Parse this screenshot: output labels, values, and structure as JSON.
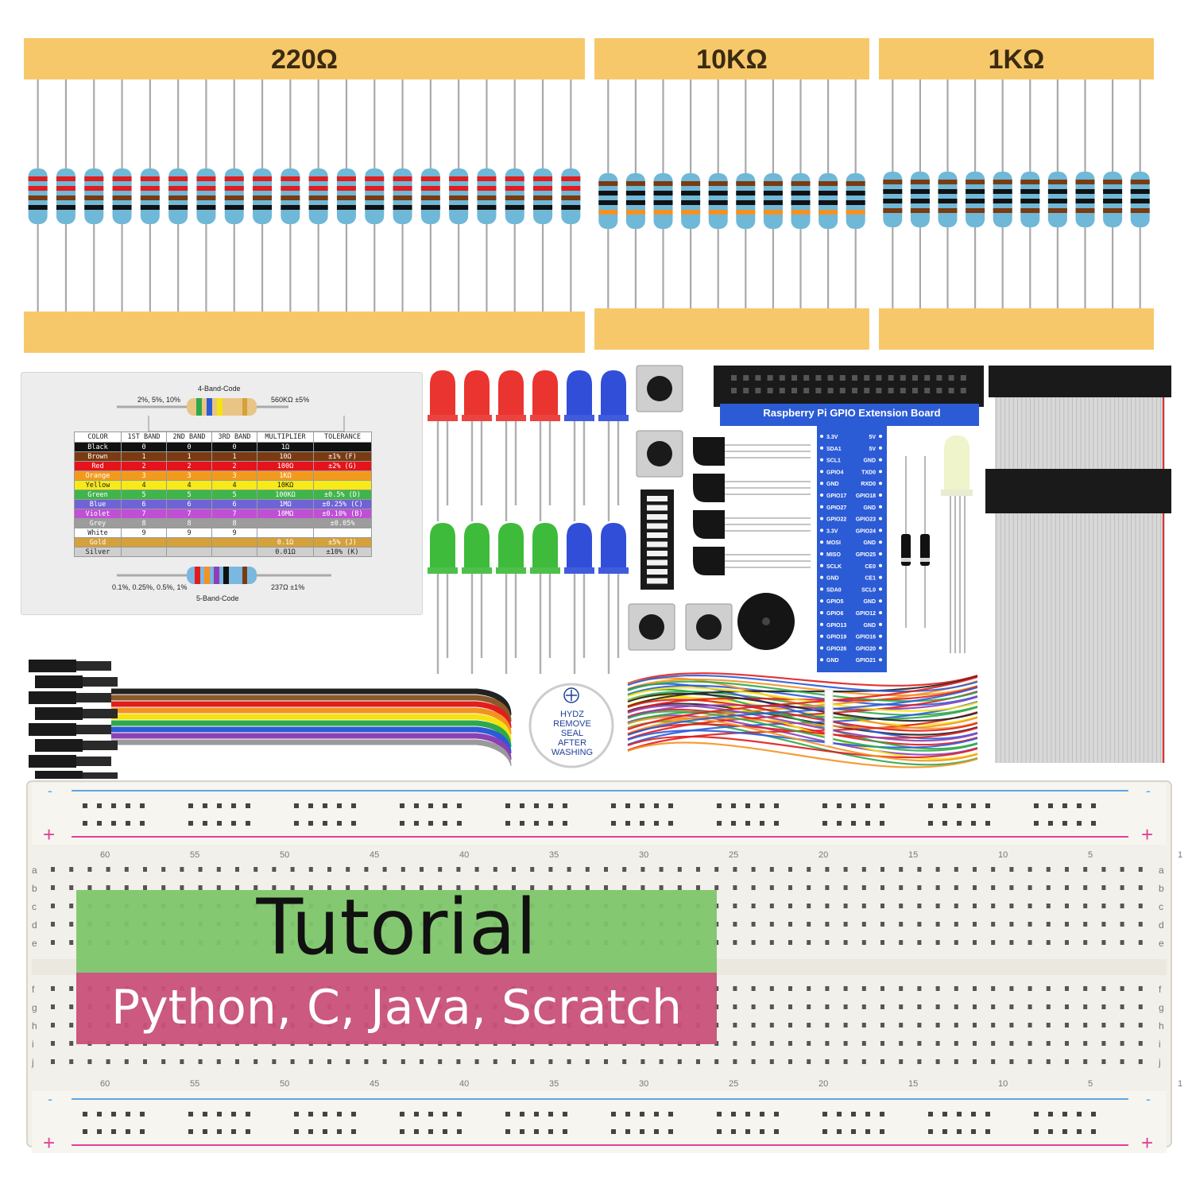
{
  "resistor_strips": [
    {
      "label": "220Ω",
      "count": 20
    },
    {
      "label": "10KΩ",
      "count": 10
    },
    {
      "label": "1KΩ",
      "count": 10
    }
  ],
  "color_code_card": {
    "top_band_title": "4-Band-Code",
    "top_left_note": "2%, 5%, 10%",
    "top_right_note": "560KΩ ±5%",
    "bottom_band_title": "5-Band-Code",
    "bottom_left_note": "0.1%, 0.25%, 0.5%, 1%",
    "bottom_right_note": "237Ω ±1%",
    "headers": [
      "COLOR",
      "1ST BAND",
      "2ND BAND",
      "3RD BAND",
      "MULTIPLIER",
      "TOLERANCE"
    ],
    "rows": [
      {
        "color": "Black",
        "b1": "0",
        "b2": "0",
        "b3": "0",
        "mult": "1Ω",
        "tol": "",
        "code": "",
        "bg": "#111111",
        "fg": "#ffffff"
      },
      {
        "color": "Brown",
        "b1": "1",
        "b2": "1",
        "b3": "1",
        "mult": "10Ω",
        "tol": "±1%",
        "code": "(F)",
        "bg": "#7a3b12",
        "fg": "#ffffff"
      },
      {
        "color": "Red",
        "b1": "2",
        "b2": "2",
        "b3": "2",
        "mult": "100Ω",
        "tol": "±2%",
        "code": "(G)",
        "bg": "#e5131c",
        "fg": "#ffffff"
      },
      {
        "color": "Orange",
        "b1": "3",
        "b2": "3",
        "b3": "3",
        "mult": "1KΩ",
        "tol": "",
        "code": "",
        "bg": "#f39a1e",
        "fg": "#ffffff"
      },
      {
        "color": "Yellow",
        "b1": "4",
        "b2": "4",
        "b3": "4",
        "mult": "10KΩ",
        "tol": "",
        "code": "",
        "bg": "#f7ea16",
        "fg": "#222222"
      },
      {
        "color": "Green",
        "b1": "5",
        "b2": "5",
        "b3": "5",
        "mult": "100KΩ",
        "tol": "±0.5%",
        "code": "(D)",
        "bg": "#3eb649",
        "fg": "#ffffff"
      },
      {
        "color": "Blue",
        "b1": "6",
        "b2": "6",
        "b3": "6",
        "mult": "1MΩ",
        "tol": "±0.25%",
        "code": "(C)",
        "bg": "#6f63d6",
        "fg": "#ffffff"
      },
      {
        "color": "Violet",
        "b1": "7",
        "b2": "7",
        "b3": "7",
        "mult": "10MΩ",
        "tol": "±0.10%",
        "code": "(B)",
        "bg": "#c04fd6",
        "fg": "#ffffff"
      },
      {
        "color": "Grey",
        "b1": "8",
        "b2": "8",
        "b3": "8",
        "mult": "",
        "tol": "±0.05%",
        "code": "",
        "bg": "#9c9c9c",
        "fg": "#ffffff"
      },
      {
        "color": "White",
        "b1": "9",
        "b2": "9",
        "b3": "9",
        "mult": "",
        "tol": "",
        "code": "",
        "bg": "#ffffff",
        "fg": "#222222"
      },
      {
        "color": "Gold",
        "b1": "",
        "b2": "",
        "b3": "",
        "mult": "0.1Ω",
        "tol": "±5%",
        "code": "(J)",
        "bg": "#d4a13a",
        "fg": "#ffffff"
      },
      {
        "color": "Silver",
        "b1": "",
        "b2": "",
        "b3": "",
        "mult": "0.01Ω",
        "tol": "±10%",
        "code": "(K)",
        "bg": "#cfcfcf",
        "fg": "#222222"
      }
    ]
  },
  "gpio_board": {
    "title": "Raspberry Pi GPIO Extension Board",
    "left_pins": [
      "3.3V",
      "SDA1",
      "SCL1",
      "GPIO4",
      "GND",
      "GPIO17",
      "GPIO27",
      "GPIO22",
      "3.3V",
      "MOSI",
      "MISO",
      "SCLK",
      "GND",
      "SDA0",
      "GPIO5",
      "GPIO6",
      "GPIO13",
      "GPIO19",
      "GPIO26",
      "GND"
    ],
    "right_pins": [
      "5V",
      "5V",
      "GND",
      "TXD0",
      "RXD0",
      "GPIO18",
      "GND",
      "GPIO23",
      "GPIO24",
      "GND",
      "GPIO25",
      "CE0",
      "CE1",
      "SCL0",
      "GND",
      "GPIO12",
      "GND",
      "GPIO16",
      "GPIO20",
      "GPIO21"
    ]
  },
  "buzzer_label": [
    "HYDZ",
    "REMOVE",
    "SEAL",
    "AFTER",
    "WASHING"
  ],
  "leds": {
    "top_row": [
      "#e8231e",
      "#e8231e",
      "#e8231e",
      "#e8231e",
      "#1f3fd6",
      "#1f3fd6"
    ],
    "bottom_row": [
      "#2fb52a",
      "#2fb52a",
      "#2fb52a",
      "#2fb52a",
      "#1f3fd6",
      "#1f3fd6"
    ]
  },
  "ribbon_colors": [
    "#222222",
    "#8a5a2b",
    "#e11d1d",
    "#f39222",
    "#f5e20f",
    "#2ea84a",
    "#2c5bd6",
    "#8d3fb5",
    "#9a9a9a",
    "#ffffff"
  ],
  "breadboard": {
    "column_numbers": [
      "60",
      "55",
      "50",
      "45",
      "40",
      "35",
      "30",
      "25",
      "20",
      "15",
      "10",
      "5",
      "1"
    ],
    "row_letters_top": [
      "a",
      "b",
      "c",
      "d",
      "e"
    ],
    "row_letters_bottom": [
      "f",
      "g",
      "h",
      "i",
      "j"
    ],
    "rail_plus": "+",
    "rail_minus": "-"
  },
  "tutorial": {
    "title": "Tutorial",
    "languages": "Python, C, Java, Scratch"
  }
}
